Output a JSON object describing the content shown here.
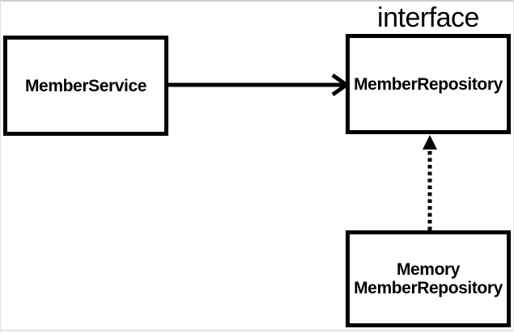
{
  "diagram": {
    "stereotype_label": "interface",
    "nodes": {
      "member_service": {
        "label": "MemberService"
      },
      "member_repository": {
        "label": "MemberRepository",
        "stereotype": "interface"
      },
      "memory_member_repository": {
        "label_line1": "Memory",
        "label_line2": "MemberRepository"
      }
    },
    "edges": [
      {
        "from": "MemberService",
        "to": "MemberRepository",
        "style": "solid",
        "head": "open-arrow",
        "direction": "right"
      },
      {
        "from": "MemoryMemberRepository",
        "to": "MemberRepository",
        "style": "dotted",
        "head": "filled-triangle",
        "direction": "up"
      }
    ],
    "colors": {
      "stroke": "#000000",
      "box_fill": "#ffffff",
      "background": "#ffffff",
      "frame_border": "#d9d9d9"
    }
  }
}
